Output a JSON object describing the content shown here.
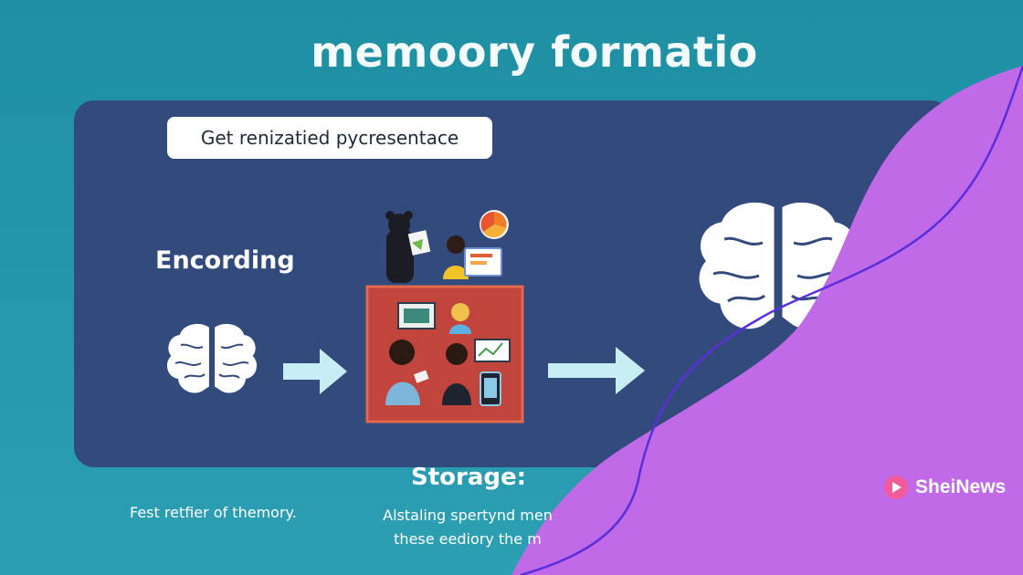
{
  "title": "memoory formatio",
  "pill_text": "Get renizatied pycresentace",
  "encoding_label": "Encording",
  "storage_label": "Storage:",
  "caption_left": "Fest retfier of themory.",
  "caption_mid_line1": "Alstaling spertynd men",
  "caption_mid_line2": "these eediory the m",
  "brand_name": "SheiNews",
  "colors": {
    "background": "#2196a9",
    "panel": "#334a7d",
    "accent_purple": "#c06ae8",
    "curve_line": "#5a2fd9",
    "scene_frame": "#c1453c",
    "arrow": "#c8eef5"
  },
  "icons": [
    "brain-icon",
    "arrow-right-icon",
    "people-illustration",
    "brand-logo-icon"
  ]
}
